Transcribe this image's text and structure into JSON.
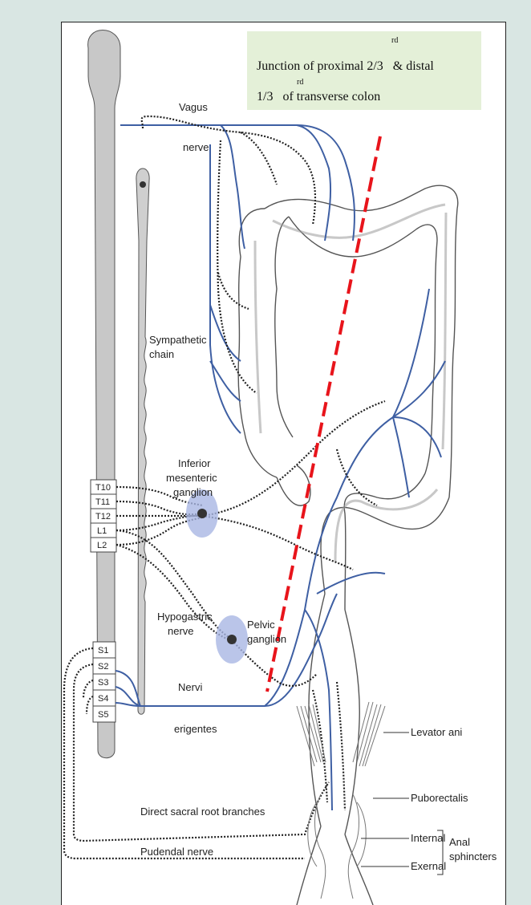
{
  "callout": {
    "line1": "Junction of proximal 2/3",
    "sup1": "rd",
    "line1_tail": "& distal",
    "sup2": "rd",
    "line2": "1/3",
    "line2_tail": "of transverse colon"
  },
  "labels": {
    "vagus": "Vagus",
    "vagus_nerve": "nerve",
    "sympathetic": "Sympathetic",
    "chain": "chain",
    "inferior": "Inferior",
    "mesenteric": "mesenteric",
    "ganglion": "ganglion",
    "hypogastric": "Hypogastric",
    "hypo_nerve": "nerve",
    "pelvic": "Pelvic",
    "pelvic_ganglion": "ganglion",
    "nervi": "Nervi",
    "erigentes": "erigentes",
    "levator": "Levator ani",
    "puborectalis": "Puborectalis",
    "internal": "Internal",
    "external": "Exernal",
    "anal": "Anal",
    "sphincters": "sphincters",
    "direct_sacral": "Direct sacral root branches",
    "pudendal": "Pudendal nerve"
  },
  "segments": [
    "T10",
    "T11",
    "T12",
    "L1",
    "L2",
    "S1",
    "S2",
    "S3",
    "S4",
    "S5"
  ],
  "colors": {
    "nerve_blue": "#3e5fa3",
    "dashed_red": "#e8141b",
    "ganglion_fill": "#a9b6e4",
    "callout_bg": "#e4f0d8",
    "page_bg": "#d9e6e3"
  }
}
